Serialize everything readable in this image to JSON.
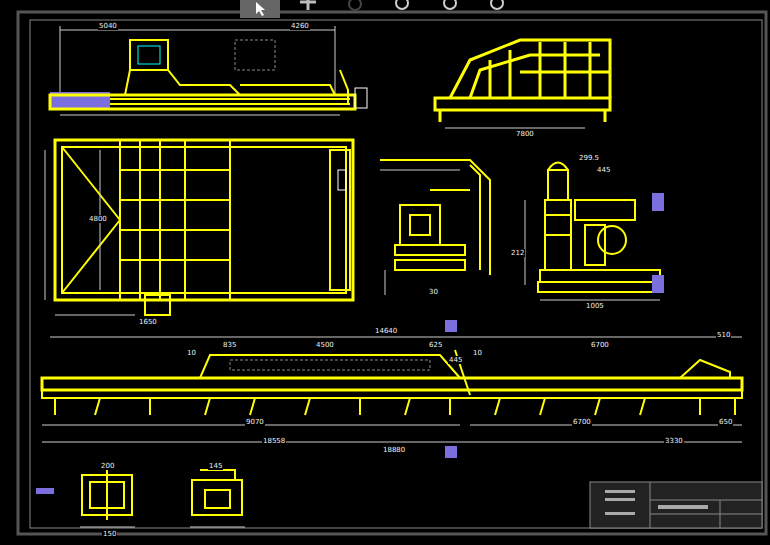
{
  "diagram": {
    "labels": [
      "5040",
      "4260",
      "7800",
      "1650",
      "4800",
      "14640",
      "835",
      "4500",
      "625",
      "6700",
      "510",
      "10",
      "10",
      "445",
      "9070",
      "18558",
      "6700",
      "3330",
      "650",
      "18880",
      "200",
      "150",
      "145",
      "30",
      "299.5",
      "445",
      "212",
      "1005"
    ]
  }
}
